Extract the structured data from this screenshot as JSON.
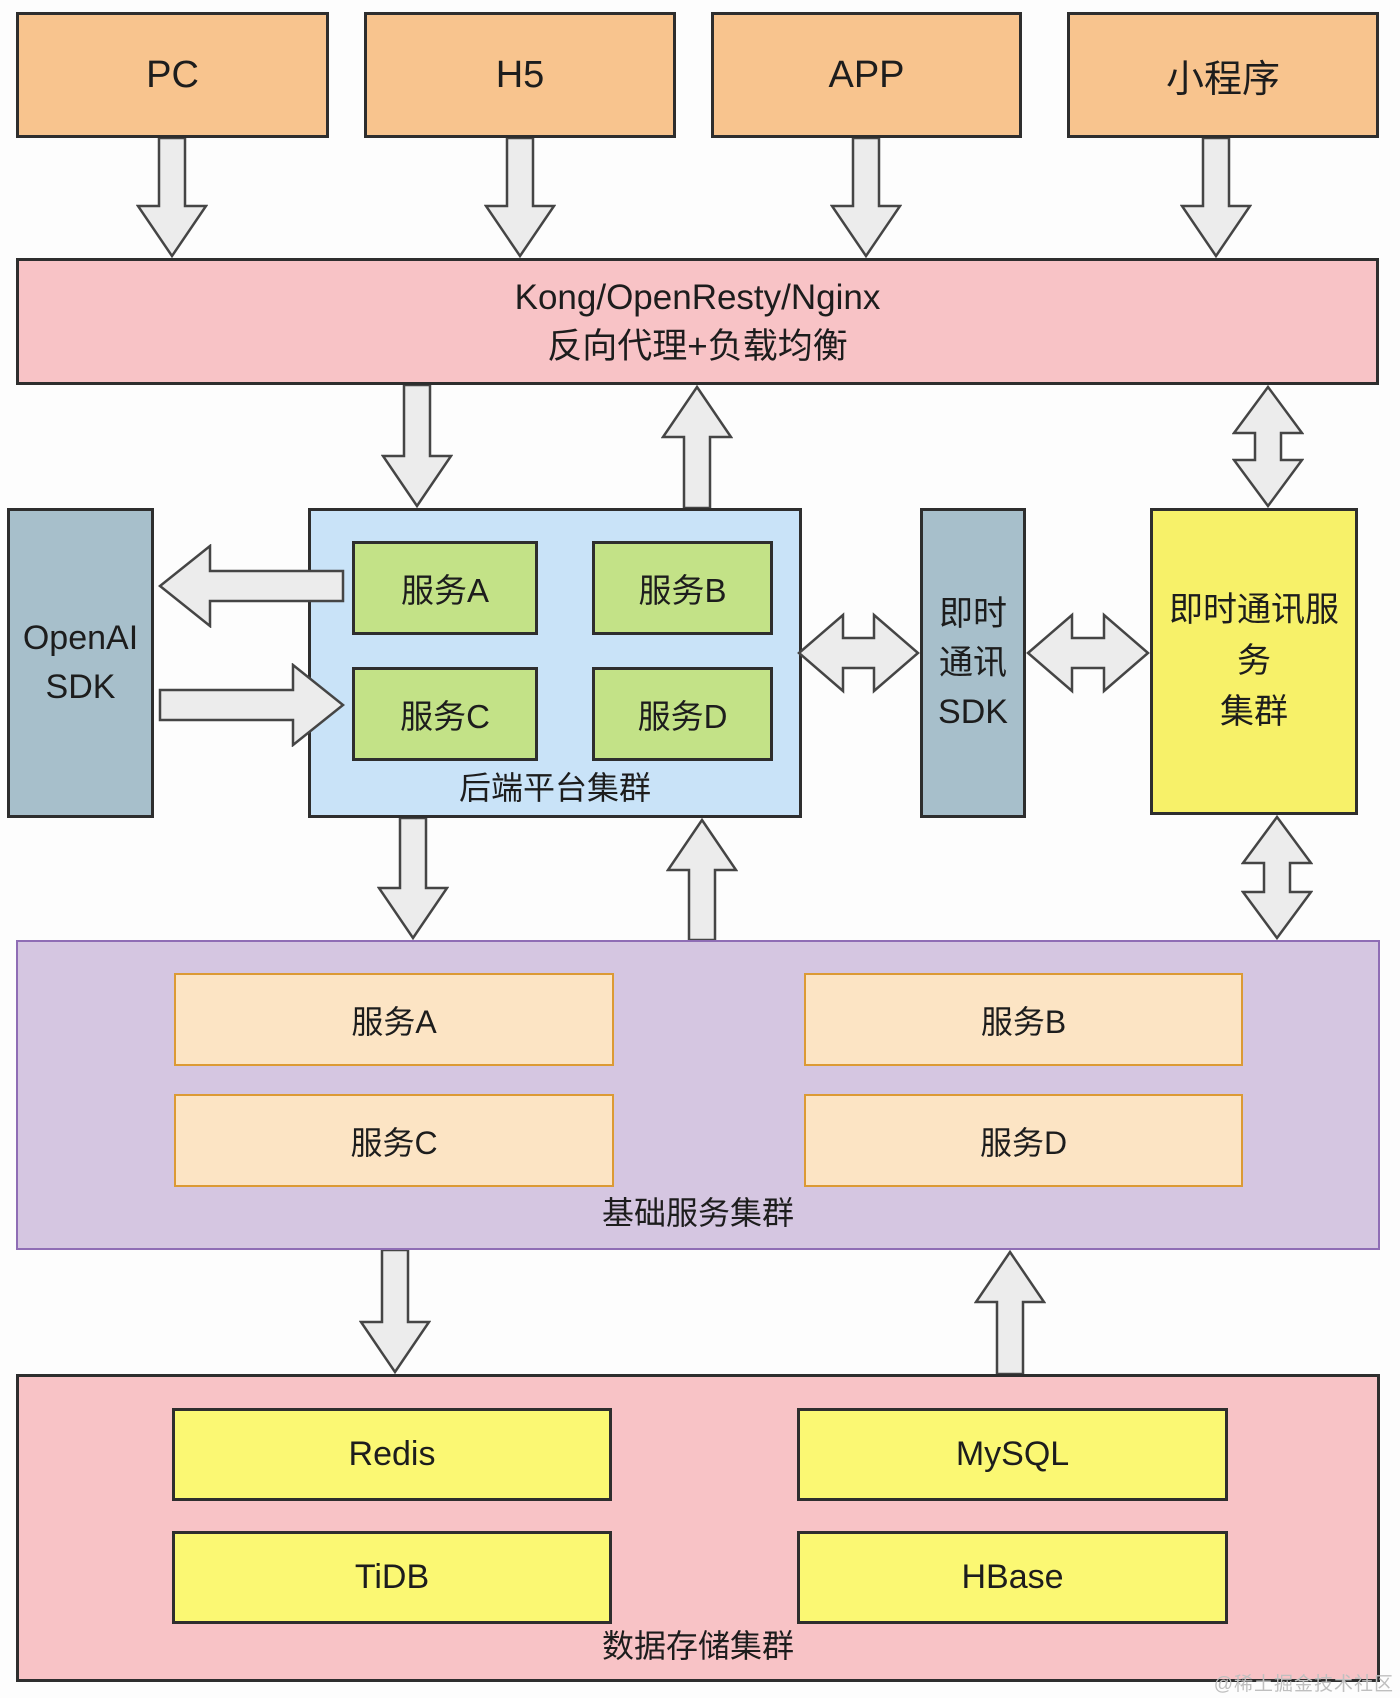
{
  "clients": [
    "PC",
    "H5",
    "APP",
    "小程序"
  ],
  "gateway": {
    "line1": "Kong/OpenResty/Nginx",
    "line2": "反向代理+负载均衡"
  },
  "openai_sdk": {
    "line1": "OpenAI",
    "line2": "SDK"
  },
  "backend_cluster": {
    "label": "后端平台集群",
    "services": [
      "服务A",
      "服务B",
      "服务C",
      "服务D"
    ]
  },
  "im_sdk": {
    "line1": "即时",
    "line2": "通讯",
    "line3": "SDK"
  },
  "im_cluster": {
    "line1": "即时通讯服务",
    "line2": "集群"
  },
  "base_cluster": {
    "label": "基础服务集群",
    "services": [
      "服务A",
      "服务B",
      "服务C",
      "服务D"
    ]
  },
  "storage_cluster": {
    "label": "数据存储集群",
    "stores": [
      "Redis",
      "MySQL",
      "TiDB",
      "HBase"
    ]
  },
  "watermark": "@稀土掘金技术社区",
  "colors": {
    "orange_box": "#f8c48e",
    "pink_bar": "#f8c3c6",
    "gray_sdk_box": "#a7bfcb",
    "blue_cluster": "#c9e3f8",
    "green_service": "#c3e287",
    "yellow_im": "#f7f169",
    "purple_cluster": "#d5c6e1",
    "peach_service": "#fce4c4",
    "yellow_store": "#fbf873",
    "arrow_fill": "#ececec",
    "arrow_stroke": "#454545",
    "border_dark": "#2e2e2e",
    "purple_border": "#8f6db5",
    "peach_border": "#dc9a34",
    "text": "#1d1d1d",
    "watermark": "#bfbfbf"
  }
}
